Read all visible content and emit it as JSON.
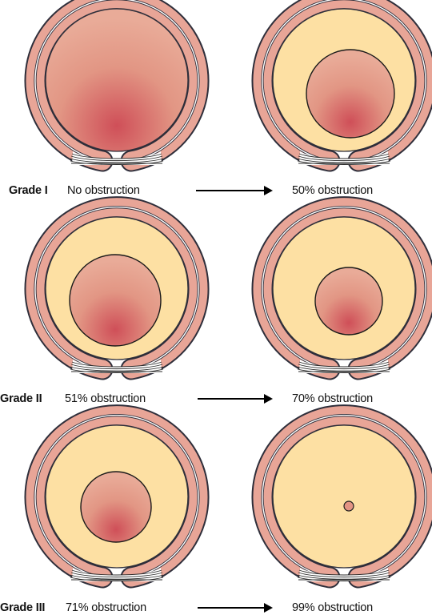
{
  "colors": {
    "outer_wall": "#e8a597",
    "outer_wall_stroke": "#2e2e3a",
    "lumen_fill": "#fde0a3",
    "lumen_gradient_outer": "#e6a592",
    "lumen_gradient_inner": "#cf4f58",
    "muscle_lines": "#2a2a2a"
  },
  "icons": {
    "airway_cross_section": "trachea-cross-section-icon",
    "arrow": "right-arrow-icon"
  },
  "rows": [
    {
      "grade": "Grade I",
      "left_label": "No obstruction",
      "right_label": "50% obstruction",
      "left_obstruction_percent": 0,
      "right_obstruction_percent": 50
    },
    {
      "grade": "Grade II",
      "left_label": "51% obstruction",
      "right_label": "70% obstruction",
      "left_obstruction_percent": 51,
      "right_obstruction_percent": 70
    },
    {
      "grade": "Grade III",
      "left_label": "71% obstruction",
      "right_label": "99% obstruction",
      "left_obstruction_percent": 71,
      "right_obstruction_percent": 99
    }
  ]
}
